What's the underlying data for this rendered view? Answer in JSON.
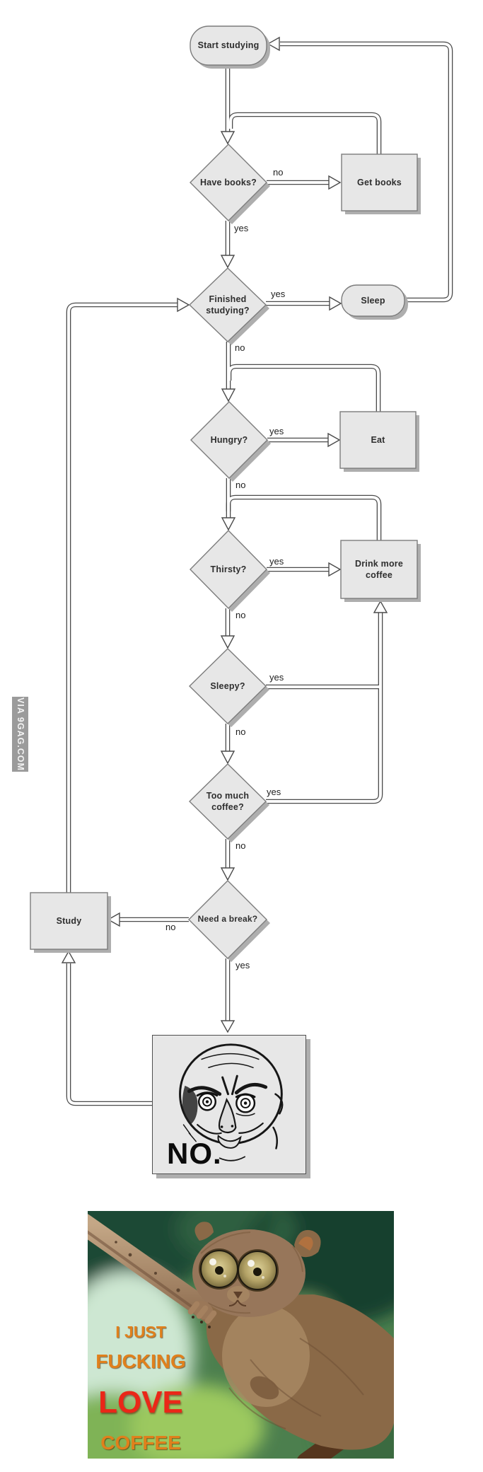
{
  "colors": {
    "node_fill": "#e7e7e7",
    "node_border": "#7c7c7c",
    "line": "#4b4b4b",
    "shadow": "#aeaeae",
    "label_text": "#2e2e2e",
    "meme_orange": "#e0801c",
    "meme_red": "#ea2718",
    "watermark_bg": "#9b9b9b",
    "watermark_text": "#f2f2f2"
  },
  "watermark": {
    "text": "VIA 9GAG.COM"
  },
  "flowchart": {
    "nodes": {
      "start": {
        "label": "Start studying",
        "type": "terminator"
      },
      "have_books": {
        "label": "Have books?",
        "type": "decision"
      },
      "get_books": {
        "label": "Get books",
        "type": "process"
      },
      "finished_studying": {
        "label": "Finished studying?",
        "type": "decision"
      },
      "sleep": {
        "label": "Sleep",
        "type": "terminator"
      },
      "hungry": {
        "label": "Hungry?",
        "type": "decision"
      },
      "eat": {
        "label": "Eat",
        "type": "process"
      },
      "thirsty": {
        "label": "Thirsty?",
        "type": "decision"
      },
      "drink_more_coffee": {
        "label": "Drink more coffee",
        "type": "process"
      },
      "sleepy": {
        "label": "Sleepy?",
        "type": "decision"
      },
      "too_much_coffee": {
        "label": "Too much coffee?",
        "type": "decision"
      },
      "need_a_break": {
        "label": "Need a break?",
        "type": "decision"
      },
      "study": {
        "label": "Study",
        "type": "process"
      },
      "no_meme": {
        "label": "NO.",
        "type": "image"
      }
    },
    "edge_labels": {
      "have_books_no": "no",
      "have_books_yes": "yes",
      "finished_yes": "yes",
      "finished_no": "no",
      "hungry_yes": "yes",
      "hungry_no": "no",
      "thirsty_yes": "yes",
      "thirsty_no": "no",
      "sleepy_yes": "yes",
      "sleepy_no": "no",
      "too_much_yes": "yes",
      "too_much_no": "no",
      "need_break_no": "no",
      "need_break_yes": "yes"
    },
    "edges": [
      {
        "from": "start",
        "to": "have_books",
        "label": ""
      },
      {
        "from": "have_books",
        "to": "get_books",
        "label": "no"
      },
      {
        "from": "get_books",
        "to": "have_books",
        "label": ""
      },
      {
        "from": "have_books",
        "to": "finished_studying",
        "label": "yes"
      },
      {
        "from": "finished_studying",
        "to": "sleep",
        "label": "yes"
      },
      {
        "from": "sleep",
        "to": "start",
        "label": ""
      },
      {
        "from": "finished_studying",
        "to": "hungry",
        "label": "no"
      },
      {
        "from": "hungry",
        "to": "eat",
        "label": "yes"
      },
      {
        "from": "eat",
        "to": "thirsty_line",
        "label": ""
      },
      {
        "from": "hungry",
        "to": "thirsty",
        "label": "no"
      },
      {
        "from": "thirsty",
        "to": "drink_more_coffee",
        "label": "yes"
      },
      {
        "from": "drink_more_coffee",
        "to": "sleepy_line",
        "label": ""
      },
      {
        "from": "thirsty",
        "to": "sleepy",
        "label": "no"
      },
      {
        "from": "sleepy",
        "to": "drink_more_coffee",
        "label": "yes"
      },
      {
        "from": "sleepy",
        "to": "too_much_coffee",
        "label": "no"
      },
      {
        "from": "too_much_coffee",
        "to": "drink_more_coffee",
        "label": "yes"
      },
      {
        "from": "too_much_coffee",
        "to": "need_a_break",
        "label": "no"
      },
      {
        "from": "need_a_break",
        "to": "study",
        "label": "no"
      },
      {
        "from": "need_a_break",
        "to": "no_meme",
        "label": "yes"
      },
      {
        "from": "no_meme",
        "to": "study",
        "label": ""
      },
      {
        "from": "study",
        "to": "finished_studying",
        "label": ""
      }
    ]
  },
  "no_meme": {
    "caption": "NO."
  },
  "coffee_meme": {
    "lines": [
      "I JUST",
      "FUCKING",
      "LOVE",
      "COFFEE"
    ]
  }
}
